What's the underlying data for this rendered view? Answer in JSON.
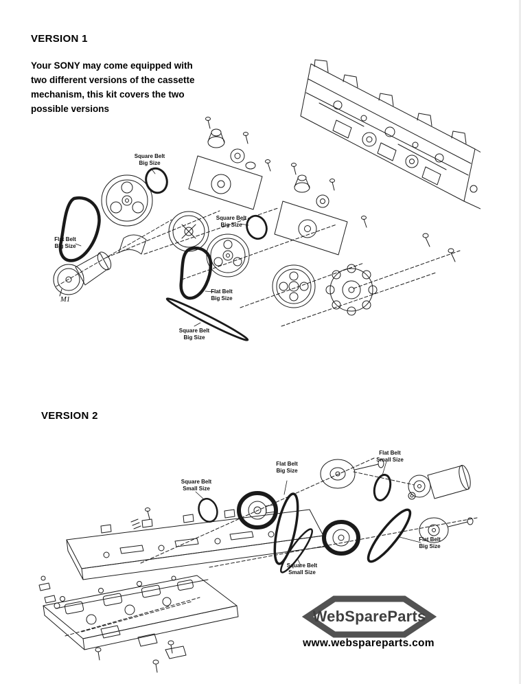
{
  "version1": {
    "heading": "VERSION 1",
    "intro": "Your SONY may come equipped with\ntwo different versions of the cassette\nmechanism, this kit covers the two\npossible versions",
    "labels": {
      "square_belt_top": "Square Belt\nBig Size",
      "square_belt_mid": "Square Belt\nBig Size",
      "square_belt_bottom": "Square Belt\nBig Size",
      "flat_belt_left": "Flat Belt\nBig Size",
      "flat_belt_mid": "Flat Belt\nBig Size",
      "motor": "M1"
    }
  },
  "version2": {
    "heading": "VERSION 2",
    "labels": {
      "flat_belt_big_top": "Flat Belt\nBig Size",
      "flat_belt_small": "Flat Belt\nSmall Size",
      "square_belt_small_left": "Square Belt\nSmall Size",
      "flat_belt_big_right": "Flat Belt\nBig Size",
      "square_belt_small_bottom": "Square Belt\nSmall Size"
    }
  },
  "footer": {
    "brand": "WebSpareParts",
    "website": "www.webspareparts.com"
  },
  "colors": {
    "line": "#1a1a1a",
    "logo_gray": "#4a4a4a",
    "background": "#ffffff"
  }
}
